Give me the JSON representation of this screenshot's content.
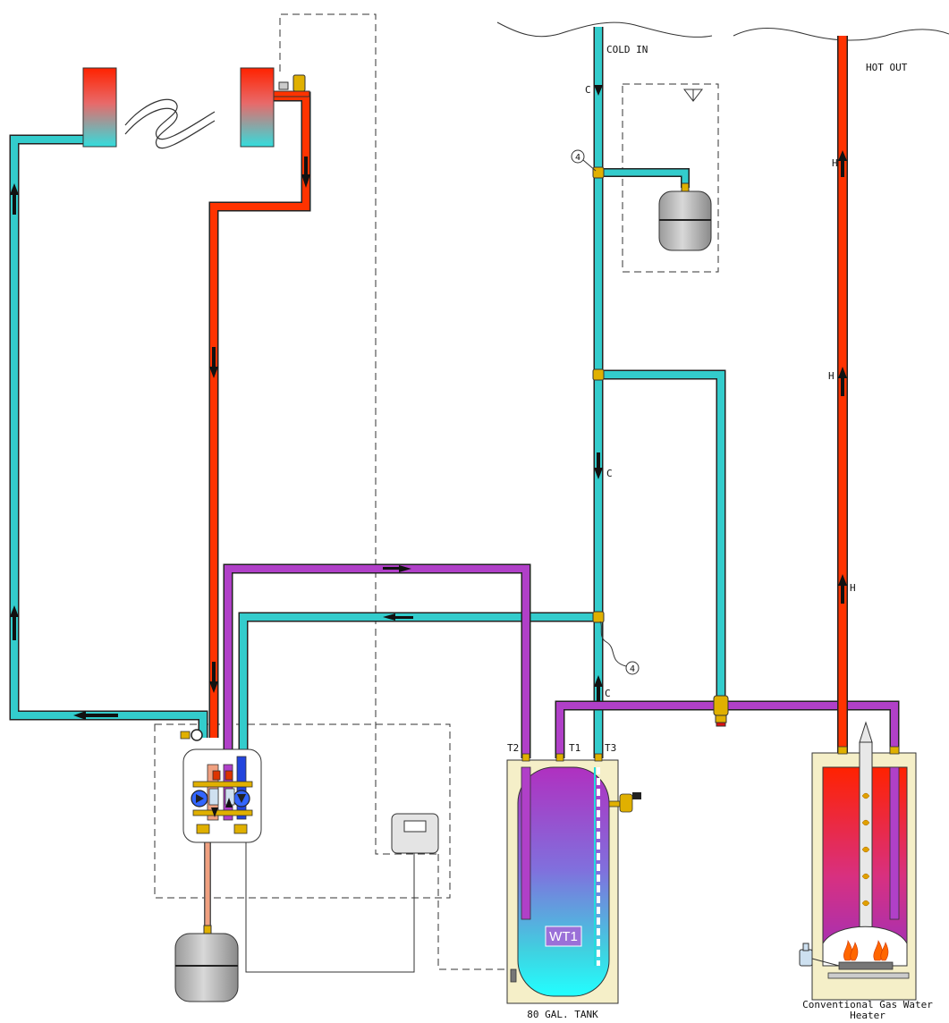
{
  "labels": {
    "cold_in": "COLD IN",
    "hot_out": "HOT OUT",
    "tank_label": "WT1",
    "tank_caption": "80 GAL. TANK",
    "heater_caption_line1": "Conventional Gas Water",
    "heater_caption_line2": "Heater",
    "t1": "T1",
    "t2": "T2",
    "t3": "T3",
    "callout_4": "4",
    "flow_c": "C",
    "flow_h": "H"
  },
  "colors": {
    "cold": "#33cccc",
    "hot": "#ff3300",
    "purple": "#b040c8",
    "salmon": "#f0a080",
    "brass": "#e0b000",
    "grey": "#b8b8b8",
    "tank_jacket": "#f5efc8"
  },
  "icons": [
    "solar-collector-icon",
    "expansion-tank-icon",
    "pump-station-icon",
    "controller-icon",
    "mixing-valve-icon",
    "burner-flame-icon",
    "gas-valve-icon",
    "relief-valve-icon",
    "air-vent-icon"
  ]
}
